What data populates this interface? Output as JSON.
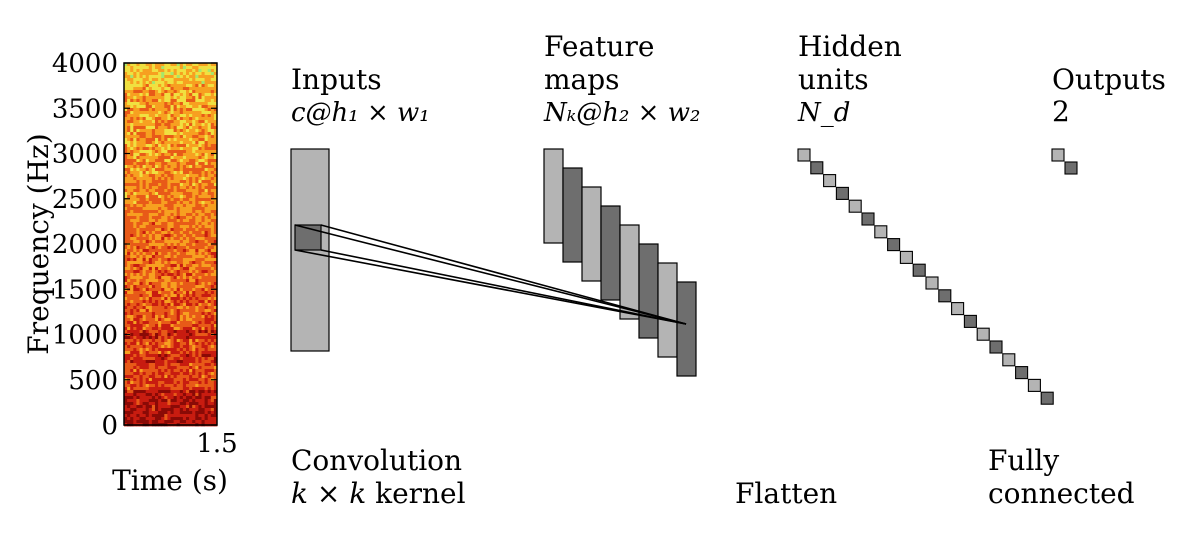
{
  "spectrogram": {
    "ylabel": "Frequency (Hz)",
    "xlabel": "Time (s)",
    "y_ticks": [
      "0",
      "500",
      "1000",
      "1500",
      "2000",
      "2500",
      "3000",
      "3500",
      "4000"
    ],
    "x_ticks": [
      "1.5"
    ],
    "ylim": [
      0,
      4000
    ],
    "xlim": [
      0,
      1.5
    ],
    "colormap": [
      "#a8e66a",
      "#f0e040",
      "#f7a020",
      "#e85a18",
      "#c81c10",
      "#8a0a06"
    ]
  },
  "stages": {
    "inputs": {
      "title": "Inputs",
      "dims": "c@h₁ × w₁"
    },
    "feature_maps": {
      "title_line1": "Feature",
      "title_line2": "maps",
      "dims": "Nₖ@h₂ × w₂"
    },
    "hidden_units": {
      "title_line1": "Hidden",
      "title_line2": "units",
      "dims": "N_d"
    },
    "outputs": {
      "title": "Outputs",
      "dims": "2"
    }
  },
  "operations": {
    "convolution": {
      "line1": "Convolution",
      "line2": "k × k kernel"
    },
    "flatten": "Flatten",
    "fully_connected": {
      "line1": "Fully",
      "line2": "connected"
    }
  },
  "colors": {
    "light_gray": "#b4b4b4",
    "dark_gray": "#6e6e6e",
    "darker_gray": "#505050"
  }
}
